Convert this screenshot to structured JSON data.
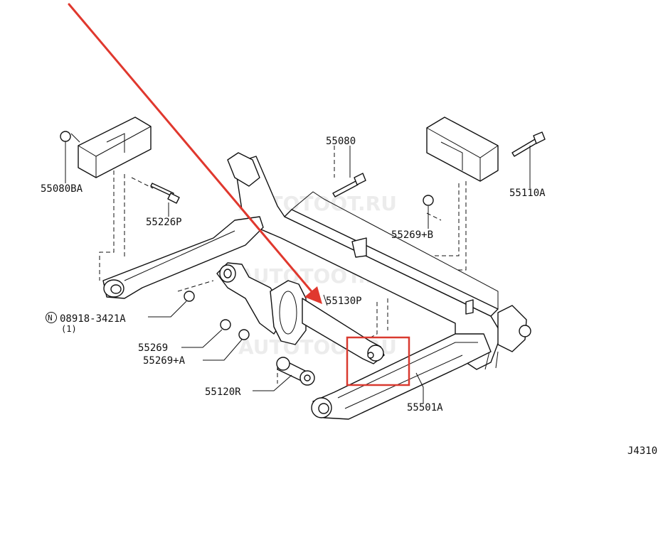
{
  "callouts": {
    "c55080BA": "55080BA",
    "c55226P": "55226P",
    "c55080": "55080",
    "c55110A": "55110A",
    "c55269B": "55269+B",
    "c08918": "08918-3421A",
    "c08918_qty": "(1)",
    "c08918_prefix": "N",
    "c55130P": "55130P",
    "c55269": "55269",
    "c55269A": "55269+A",
    "c55120R": "55120R",
    "c55501A": "55501A",
    "diagram_code": "J4310"
  },
  "watermark": "AUTOTOOT.RU",
  "colors": {
    "arrow": "#e0382e",
    "highlight_box": "#d93a30",
    "line": "#111111"
  }
}
